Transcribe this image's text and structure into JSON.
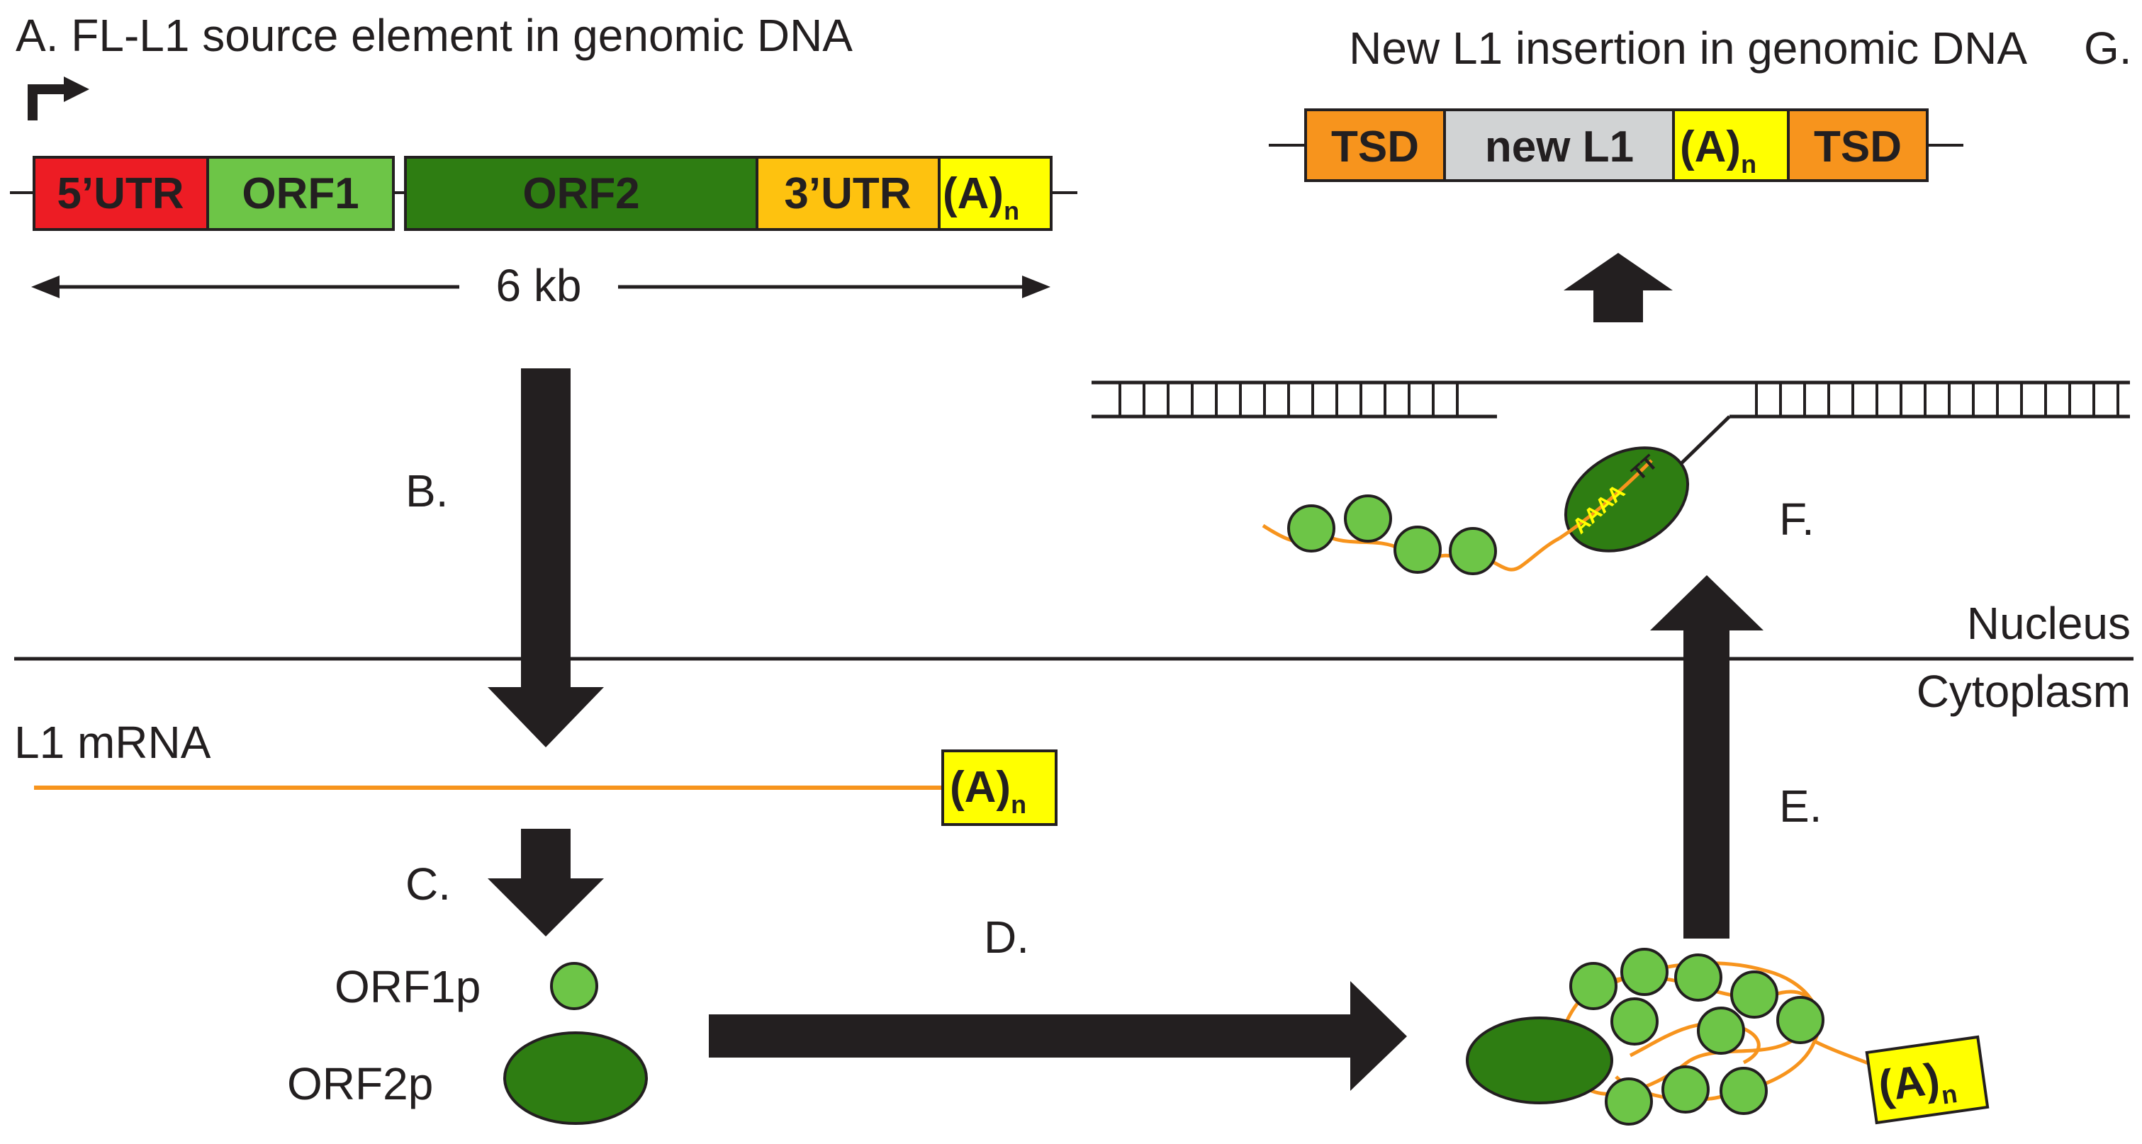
{
  "step_labels": {
    "a": "A. FL-L1 source element in genomic DNA",
    "b": "B.",
    "c": "C.",
    "d": "D.",
    "e": "E.",
    "f": "F.",
    "g": "G."
  },
  "source_element": {
    "segments": [
      {
        "label": "5’UTR",
        "color": "#ed1c24"
      },
      {
        "label": "ORF1",
        "color": "#6dc547"
      },
      {
        "label": "ORF2",
        "color": "#2e7d12"
      },
      {
        "label": "3’UTR",
        "color": "#fec20f"
      },
      {
        "label": "(A)",
        "sub": "n",
        "color": "#ffff00"
      }
    ],
    "length_label": "6 kb"
  },
  "mrna": {
    "label": "L1 mRNA",
    "polya": "(A)",
    "polya_sub": "n",
    "color": "#f7941d"
  },
  "proteins": {
    "orf1p_label": "ORF1p",
    "orf2p_label": "ORF2p",
    "orf1p_color": "#6dc547",
    "orf2p_color": "#2e7d12"
  },
  "compartments": {
    "nucleus": "Nucleus",
    "cytoplasm": "Cytoplasm"
  },
  "rnp": {
    "polya": "(A)",
    "polya_sub": "n"
  },
  "target_primed": {
    "polya_text": "AAAA",
    "primer_text": "TT"
  },
  "new_insertion": {
    "title": "New L1 insertion in genomic DNA",
    "segments": [
      {
        "label": "TSD",
        "color": "#f7941d"
      },
      {
        "label": "new L1",
        "color": "#d1d3d4"
      },
      {
        "label": "(A)",
        "sub": "n",
        "color": "#ffff00"
      },
      {
        "label": "TSD",
        "color": "#f7941d"
      }
    ]
  }
}
